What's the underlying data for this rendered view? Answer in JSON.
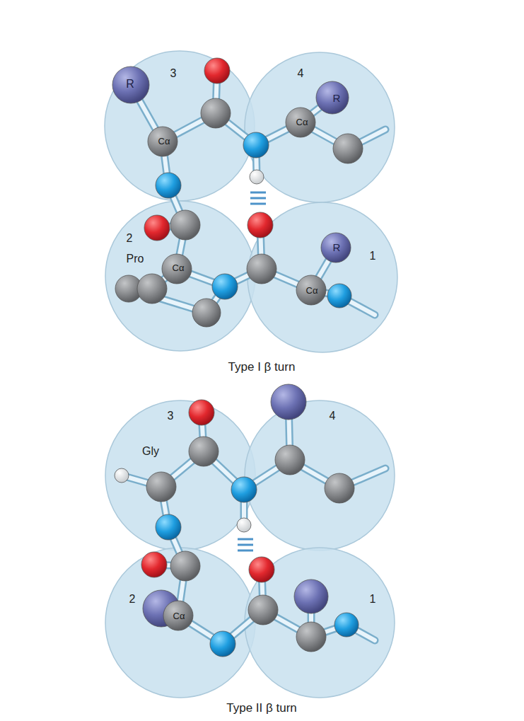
{
  "diagram": {
    "labels": [
      "R",
      "3",
      "4",
      "R",
      "Cα",
      "Cα",
      "2",
      "Pro",
      "Cα",
      "R",
      "1",
      "Cα",
      "Type I β turn",
      "3",
      "Gly",
      "4",
      "2",
      "Cα",
      "1",
      "Type II β turn"
    ]
  }
}
